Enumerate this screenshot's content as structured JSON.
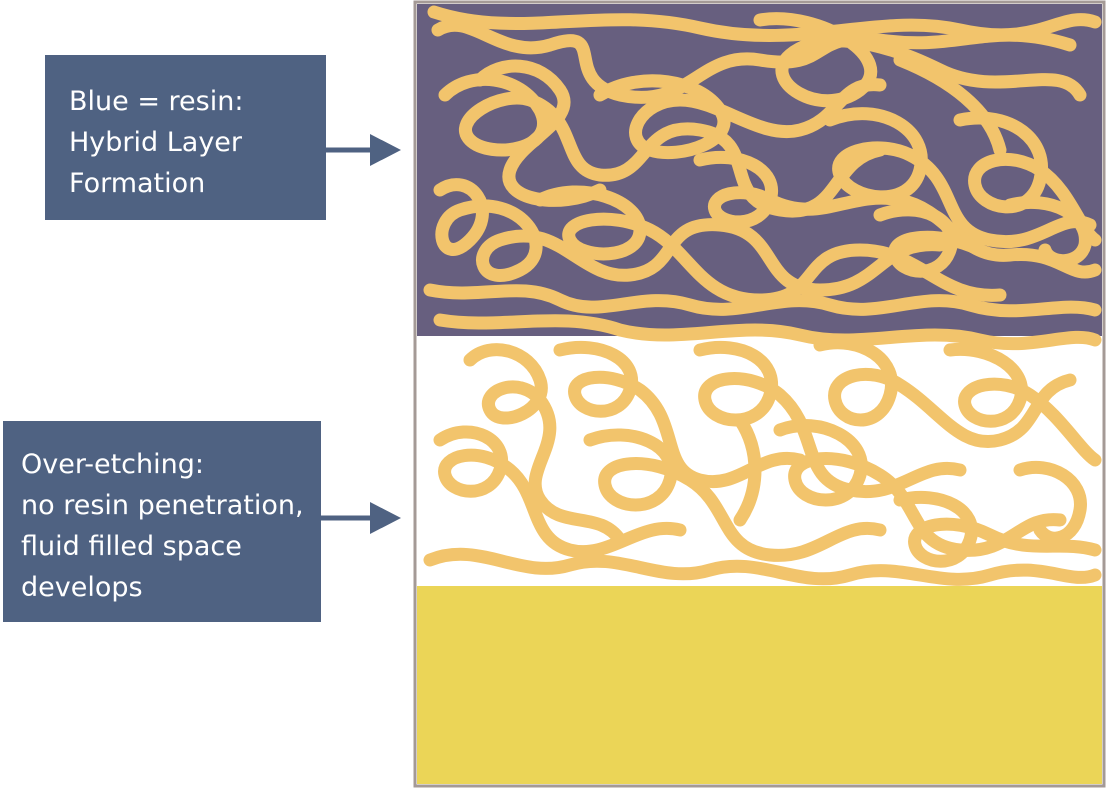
{
  "labels": {
    "resin": {
      "lines": [
        "Blue = resin:",
        "Hybrid Layer",
        "Formation"
      ]
    },
    "over_etching": {
      "lines": [
        "Over-etching:",
        "no resin penetration,",
        "fluid filled space",
        "develops"
      ]
    }
  },
  "colors": {
    "label_box": "#4f6282",
    "label_text": "#ffffff",
    "arrow": "#4f6282",
    "resin_zone": "#675f7f",
    "fluid_zone": "#ffffff",
    "dentin_base": "#ebd557",
    "collagen_fibers": "#f2c46c",
    "frame": "#a49a96"
  },
  "icons": {
    "arrow_resin": "arrow-right-icon",
    "arrow_overetch": "arrow-right-icon"
  }
}
